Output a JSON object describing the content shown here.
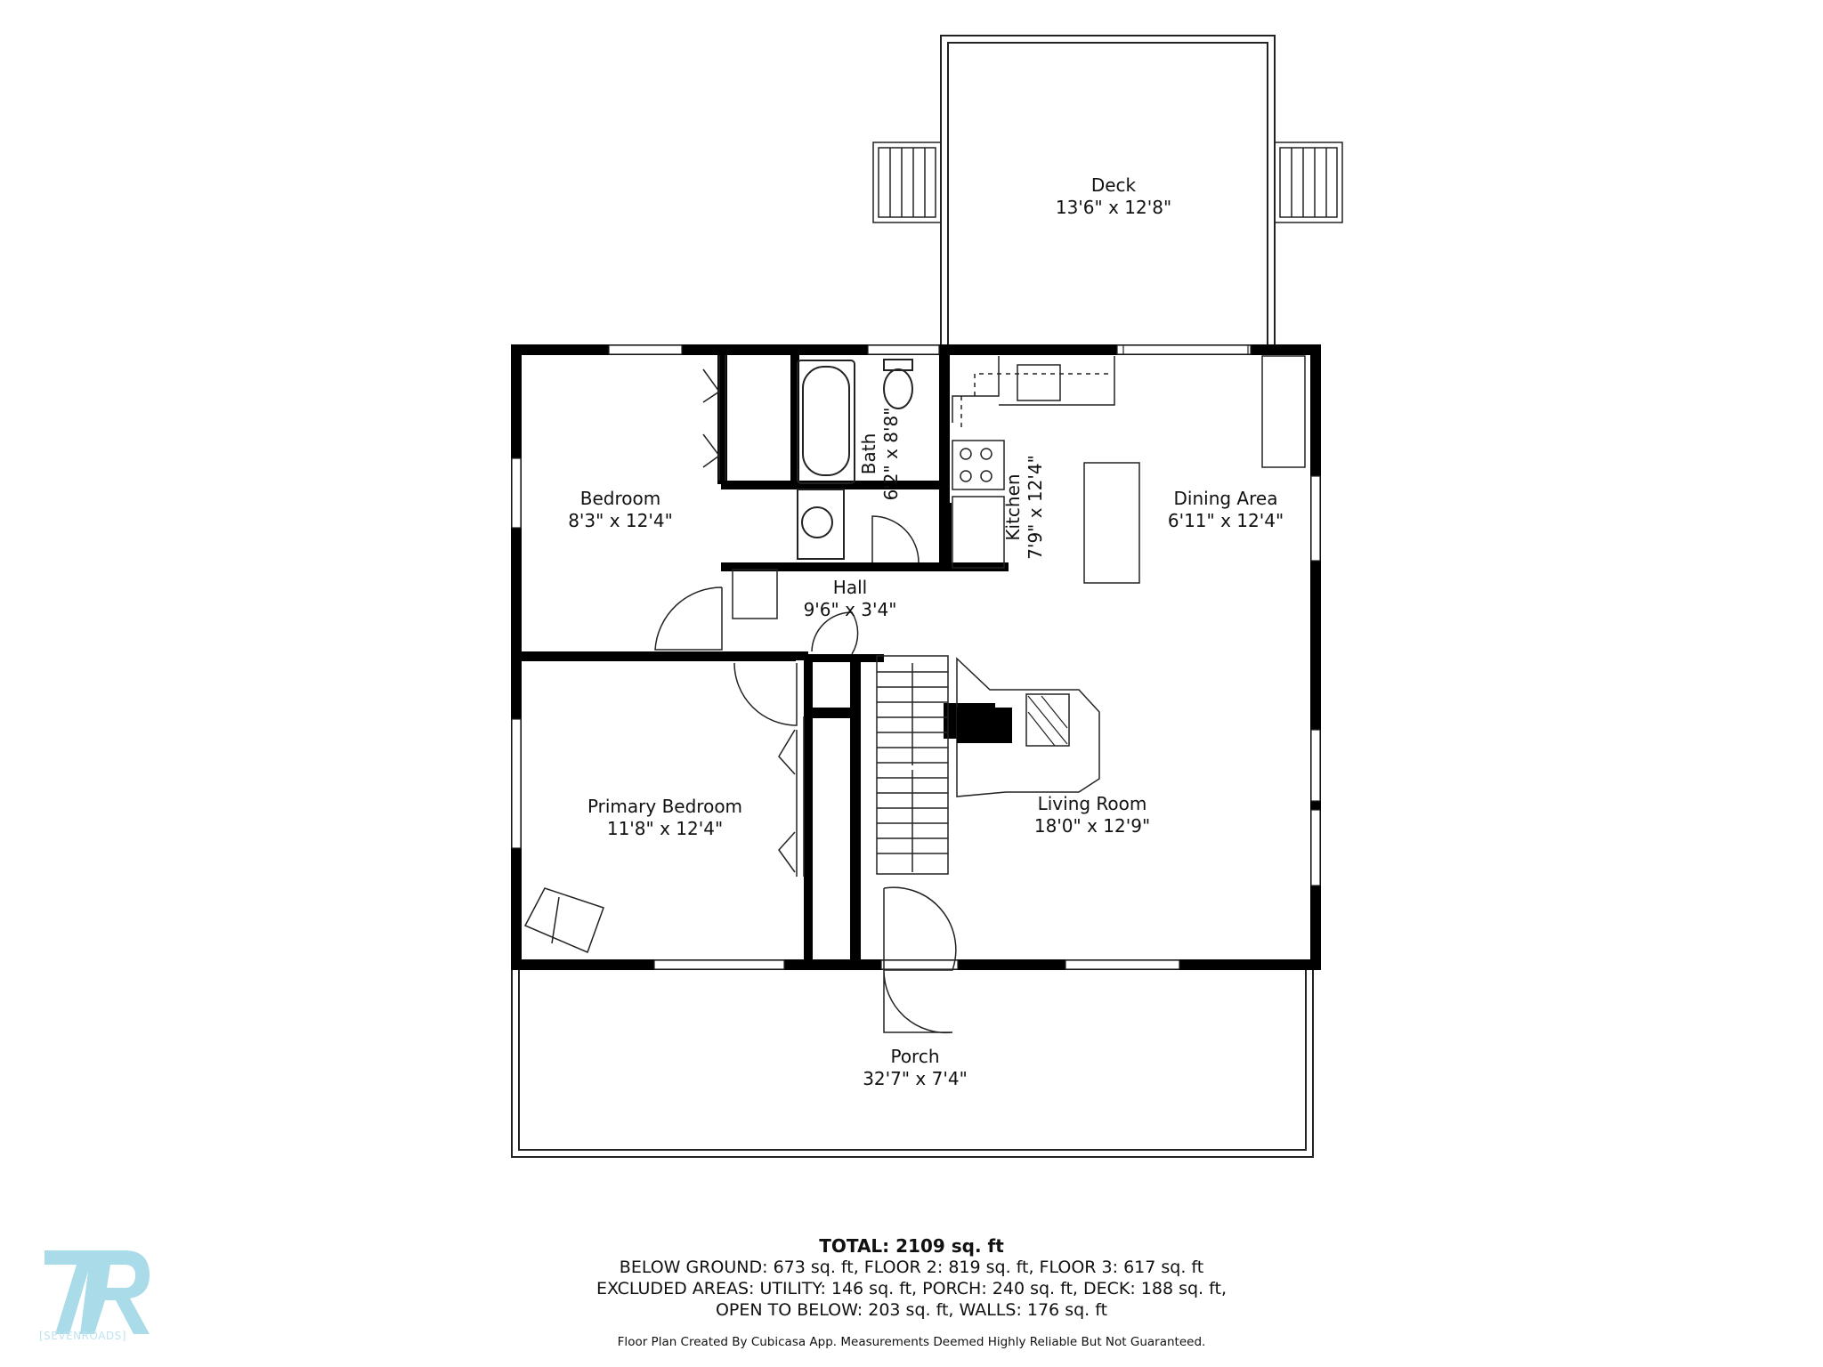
{
  "rooms": {
    "deck": {
      "name": "Deck",
      "dims": "13'6\" x 12'8\""
    },
    "bedroom": {
      "name": "Bedroom",
      "dims": "8'3\" x 12'4\""
    },
    "bath": {
      "name": "Bath",
      "dims": "6'2\" x 8'8\""
    },
    "kitchen": {
      "name": "Kitchen",
      "dims": "7'9\" x 12'4\""
    },
    "dining": {
      "name": "Dining Area",
      "dims": "6'11\" x 12'4\""
    },
    "hall": {
      "name": "Hall",
      "dims": "9'6\" x 3'4\""
    },
    "primary_bedroom": {
      "name": "Primary Bedroom",
      "dims": "11'8\" x 12'4\""
    },
    "living": {
      "name": "Living Room",
      "dims": "18'0\" x 12'9\""
    },
    "porch": {
      "name": "Porch",
      "dims": "32'7\" x 7'4\""
    }
  },
  "summary": {
    "total": "TOTAL: 2109 sq. ft",
    "line1": "BELOW GROUND: 673 sq. ft, FLOOR 2: 819 sq. ft, FLOOR 3: 617 sq. ft",
    "line2": "EXCLUDED AREAS: UTILITY: 146 sq. ft, PORCH: 240 sq. ft, DECK: 188 sq. ft,",
    "line3": "OPEN TO BELOW: 203 sq. ft, WALLS: 176 sq. ft",
    "footer": "Floor Plan Created By Cubicasa App. Measurements Deemed Highly Reliable But Not Guaranteed."
  },
  "logo": {
    "mark": "7R",
    "wordmark": "[SEVENROADS]",
    "color": "#a9dbe9"
  }
}
